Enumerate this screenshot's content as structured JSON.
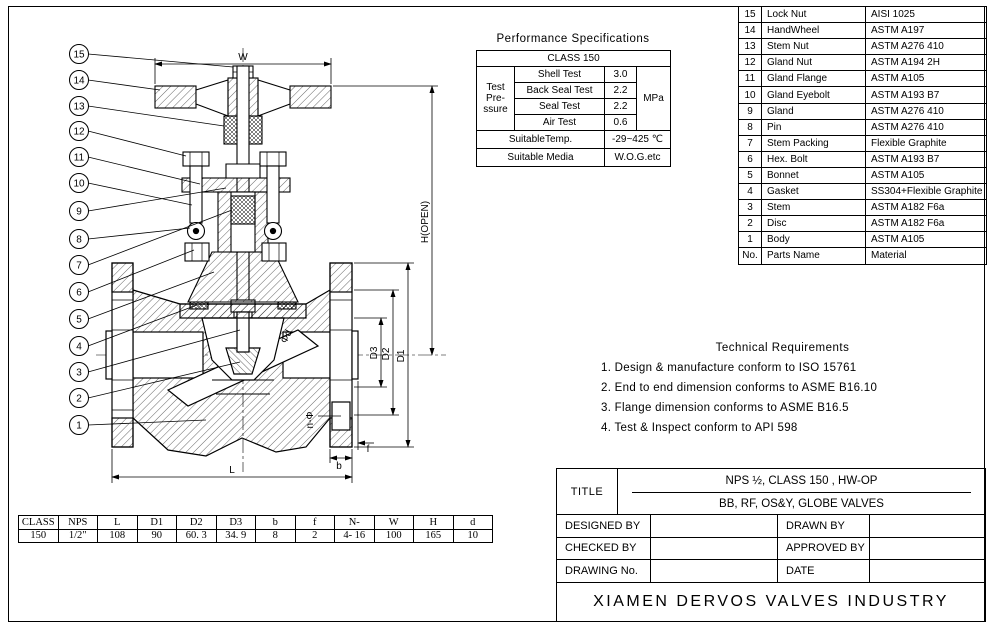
{
  "performance": {
    "title": "Performance Specifications",
    "class_row": "CLASS 150",
    "pressure_label": "Test\nPre-\nssure",
    "tests": [
      {
        "name": "Shell Test",
        "value": "3.0"
      },
      {
        "name": "Back Seal Test",
        "value": "2.2"
      },
      {
        "name": "Seal Test",
        "value": "2.2"
      },
      {
        "name": "Air Test",
        "value": "0.6"
      }
    ],
    "unit": "MPa",
    "temp_label": "SuitableTemp.",
    "temp_value": "-29~425 ℃",
    "media_label": "Suitable Media",
    "media_value": "W.O.G.etc"
  },
  "parts_list": {
    "rows": [
      [
        "15",
        "Lock Nut",
        "AISI 1025"
      ],
      [
        "14",
        "HandWheel",
        "ASTM A197"
      ],
      [
        "13",
        "Stem Nut",
        "ASTM A276 410"
      ],
      [
        "12",
        "Gland Nut",
        "ASTM A194 2H"
      ],
      [
        "11",
        "Gland Flange",
        "ASTM A105"
      ],
      [
        "10",
        "Gland Eyebolt",
        "ASTM A193 B7"
      ],
      [
        "9",
        "Gland",
        "ASTM A276 410"
      ],
      [
        "8",
        "Pin",
        "ASTM A276 410"
      ],
      [
        "7",
        "Stem Packing",
        "Flexible Graphite"
      ],
      [
        "6",
        "Hex. Bolt",
        "ASTM A193 B7"
      ],
      [
        "5",
        "Bonnet",
        "ASTM A105"
      ],
      [
        "4",
        "Gasket",
        "SS304+Flexible Graphite"
      ],
      [
        "3",
        "Stem",
        "ASTM A182 F6a"
      ],
      [
        "2",
        "Disc",
        "ASTM A182 F6a"
      ],
      [
        "1",
        "Body",
        "ASTM A105"
      ],
      [
        "No.",
        "Parts Name",
        "Material"
      ]
    ]
  },
  "technical": {
    "title": "Technical Requirements",
    "items": [
      "1.  Design & manufacture conform to ISO 15761",
      "2.  End to end dimension conforms to ASME B16.10",
      "3.  Flange dimension conforms to ASME B16.5",
      "4.  Test & Inspect conform to API 598"
    ]
  },
  "dimensions_table": {
    "rows": [
      [
        "CLASS",
        "NPS",
        "L",
        "D1",
        "D2",
        "D3",
        "b",
        "f",
        "N-",
        "W",
        "H",
        "d"
      ],
      [
        "150",
        "1/2\"",
        "108",
        "90",
        "60. 3",
        "34. 9",
        "8",
        "2",
        "4- 16",
        "100",
        "165",
        "10"
      ]
    ]
  },
  "title_block": {
    "title_label": "TITLE",
    "title_line1": "NPS ½, CLASS 150 , HW-OP",
    "title_line2": "BB, RF, OS&Y, GLOBE VALVES",
    "designed_by": "DESIGNED BY",
    "drawn_by": "DRAWN BY",
    "checked_by": "CHECKED  BY",
    "approved_by": "APPROVED BY",
    "drawing_no": "DRAWING No.",
    "date": "DATE",
    "company": "XIAMEN DERVOS VALVES INDUSTRY"
  },
  "drawing": {
    "callouts": [
      "15",
      "14",
      "13",
      "12",
      "11",
      "10",
      "9",
      "8",
      "7",
      "6",
      "5",
      "4",
      "3",
      "2",
      "1"
    ],
    "dims": {
      "w": "W",
      "h_open": "H(OPEN)",
      "d1": "D1",
      "d2": "D2",
      "d3": "D3",
      "l": "L",
      "b": "b",
      "f": "f",
      "phi_d": "Φd",
      "n_phi": "n-Φ"
    }
  }
}
